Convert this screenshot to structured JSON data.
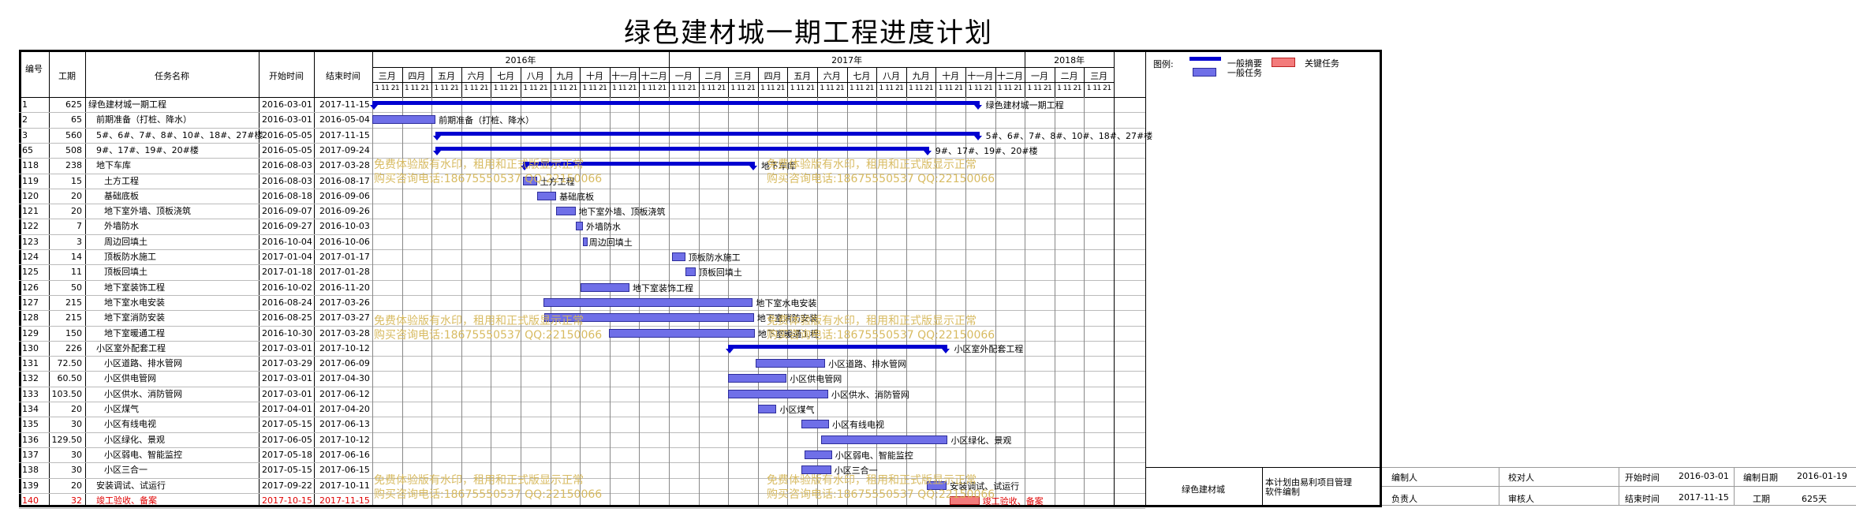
{
  "title": "绿色建材城一期工程进度计划",
  "columns": {
    "id": "编号",
    "duration": "工期",
    "name": "任务名称",
    "start": "开始时间",
    "end": "结束时间"
  },
  "years": [
    "2016年",
    "2017年",
    "2018年"
  ],
  "months": [
    "三月",
    "四月",
    "五月",
    "六月",
    "七月",
    "八月",
    "九月",
    "十月",
    "十一月",
    "十二月",
    "一月",
    "二月",
    "三月",
    "四月",
    "五月",
    "六月",
    "七月",
    "八月",
    "九月",
    "十月",
    "十一月",
    "十二月",
    "一月",
    "二月",
    "三月"
  ],
  "subticks": "1 11 21",
  "tasks": [
    {
      "id": "1",
      "dur": "625",
      "name": "绿色建材城一期工程",
      "start": "2016-03-01",
      "end": "2017-11-15",
      "type": "summary",
      "s": 0,
      "e": 20.47,
      "label": "绿色建材城一期工程",
      "indent": 0
    },
    {
      "id": "2",
      "dur": "65",
      "name": "前期准备（打桩、降水）",
      "start": "2016-03-01",
      "end": "2016-05-04",
      "type": "task",
      "s": 0,
      "e": 2.13,
      "label": "前期准备（打桩、降水）",
      "indent": 1
    },
    {
      "id": "3",
      "dur": "560",
      "name": "5#、6#、7#、8#、10#、18#、27#楼",
      "start": "2016-05-05",
      "end": "2017-11-15",
      "type": "summary",
      "s": 2.13,
      "e": 20.47,
      "label": "5#、6#、7#、8#、10#、18#、27#楼",
      "indent": 1
    },
    {
      "id": "65",
      "dur": "508",
      "name": "9#、17#、19#、20#楼",
      "start": "2016-05-05",
      "end": "2017-09-24",
      "type": "summary",
      "s": 2.13,
      "e": 18.77,
      "label": "9#、17#、19#、20#楼",
      "indent": 1
    },
    {
      "id": "118",
      "dur": "238",
      "name": "地下车库",
      "start": "2016-08-03",
      "end": "2017-03-28",
      "type": "summary",
      "s": 5.07,
      "e": 12.9,
      "label": "地下车库",
      "indent": 1
    },
    {
      "id": "119",
      "dur": "15",
      "name": "土方工程",
      "start": "2016-08-03",
      "end": "2016-08-17",
      "type": "task",
      "s": 5.07,
      "e": 5.55,
      "label": "土方工程",
      "indent": 2
    },
    {
      "id": "120",
      "dur": "20",
      "name": "基础底板",
      "start": "2016-08-18",
      "end": "2016-09-06",
      "type": "task",
      "s": 5.55,
      "e": 6.2,
      "label": "基础底板",
      "indent": 2
    },
    {
      "id": "121",
      "dur": "20",
      "name": "地下室外墙、顶板浇筑",
      "start": "2016-09-07",
      "end": "2016-09-26",
      "type": "task",
      "s": 6.2,
      "e": 6.85,
      "label": "地下室外墙、顶板浇筑",
      "indent": 2
    },
    {
      "id": "122",
      "dur": "7",
      "name": "外墙防水",
      "start": "2016-09-27",
      "end": "2016-10-03",
      "type": "task",
      "s": 6.85,
      "e": 7.1,
      "label": "外墙防水",
      "indent": 2
    },
    {
      "id": "123",
      "dur": "3",
      "name": "周边回填土",
      "start": "2016-10-04",
      "end": "2016-10-06",
      "type": "task",
      "s": 7.1,
      "e": 7.2,
      "label": "周边回填土",
      "indent": 2
    },
    {
      "id": "124",
      "dur": "14",
      "name": "顶板防水施工",
      "start": "2017-01-04",
      "end": "2017-01-17",
      "type": "task",
      "s": 10.1,
      "e": 10.55,
      "label": "顶板防水施工",
      "indent": 2
    },
    {
      "id": "125",
      "dur": "11",
      "name": "顶板回填土",
      "start": "2017-01-18",
      "end": "2017-01-28",
      "type": "task",
      "s": 10.55,
      "e": 10.9,
      "label": "顶板回填土",
      "indent": 2
    },
    {
      "id": "126",
      "dur": "50",
      "name": "地下室装饰工程",
      "start": "2016-10-02",
      "end": "2016-11-20",
      "type": "task",
      "s": 7.03,
      "e": 8.67,
      "label": "地下室装饰工程",
      "indent": 2
    },
    {
      "id": "127",
      "dur": "215",
      "name": "地下室水电安装",
      "start": "2016-08-24",
      "end": "2017-03-26",
      "type": "task",
      "s": 5.77,
      "e": 12.83,
      "label": "地下室水电安装",
      "indent": 2
    },
    {
      "id": "128",
      "dur": "215",
      "name": "地下室消防安装",
      "start": "2016-08-25",
      "end": "2017-03-27",
      "type": "task",
      "s": 5.8,
      "e": 12.87,
      "label": "地下室消防安装",
      "indent": 2
    },
    {
      "id": "129",
      "dur": "150",
      "name": "地下室暖通工程",
      "start": "2016-10-30",
      "end": "2017-03-28",
      "type": "task",
      "s": 7.97,
      "e": 12.9,
      "label": "地下室暖通工程",
      "indent": 2
    },
    {
      "id": "130",
      "dur": "226",
      "name": "小区室外配套工程",
      "start": "2017-03-01",
      "end": "2017-10-12",
      "type": "summary",
      "s": 12.0,
      "e": 19.4,
      "label": "小区室外配套工程",
      "indent": 1
    },
    {
      "id": "131",
      "dur": "72.50",
      "name": "小区道路、排水管网",
      "start": "2017-03-29",
      "end": "2017-06-09",
      "type": "task",
      "s": 12.93,
      "e": 15.27,
      "label": "小区道路、排水管网",
      "indent": 2
    },
    {
      "id": "132",
      "dur": "60.50",
      "name": "小区供电管网",
      "start": "2017-03-01",
      "end": "2017-04-30",
      "type": "task",
      "s": 12.0,
      "e": 13.97,
      "label": "小区供电管网",
      "indent": 2
    },
    {
      "id": "133",
      "dur": "103.50",
      "name": "小区供水、消防管网",
      "start": "2017-03-01",
      "end": "2017-06-12",
      "type": "task",
      "s": 12.0,
      "e": 15.37,
      "label": "小区供水、消防管网",
      "indent": 2
    },
    {
      "id": "134",
      "dur": "20",
      "name": "小区煤气",
      "start": "2017-04-01",
      "end": "2017-04-20",
      "type": "task",
      "s": 13.0,
      "e": 13.63,
      "label": "小区煤气",
      "indent": 2
    },
    {
      "id": "135",
      "dur": "30",
      "name": "小区有线电视",
      "start": "2017-05-15",
      "end": "2017-06-13",
      "type": "task",
      "s": 14.47,
      "e": 15.4,
      "label": "小区有线电视",
      "indent": 2
    },
    {
      "id": "136",
      "dur": "129.50",
      "name": "小区绿化、景观",
      "start": "2017-06-05",
      "end": "2017-10-12",
      "type": "task",
      "s": 15.13,
      "e": 19.4,
      "label": "小区绿化、景观",
      "indent": 2
    },
    {
      "id": "137",
      "dur": "30",
      "name": "小区弱电、智能监控",
      "start": "2017-05-18",
      "end": "2017-06-16",
      "type": "task",
      "s": 14.57,
      "e": 15.5,
      "label": "小区弱电、智能监控",
      "indent": 2
    },
    {
      "id": "138",
      "dur": "30",
      "name": "小区三合一",
      "start": "2017-05-15",
      "end": "2017-06-15",
      "type": "task",
      "s": 14.47,
      "e": 15.47,
      "label": "小区三合一",
      "indent": 2
    },
    {
      "id": "139",
      "dur": "20",
      "name": "安装调试、试运行",
      "start": "2017-09-22",
      "end": "2017-10-11",
      "type": "task",
      "s": 18.7,
      "e": 19.37,
      "label": "安装调试、试运行",
      "indent": 1
    },
    {
      "id": "140",
      "dur": "32",
      "name": "竣工验收、备案",
      "start": "2017-10-15",
      "end": "2017-11-15",
      "type": "critical",
      "s": 19.47,
      "e": 20.47,
      "label": "竣工验收、备案",
      "indent": 1
    }
  ],
  "legend": {
    "title": "图例:",
    "summary": "一般摘要",
    "critical": "关键任务",
    "task": "一般任务"
  },
  "watermark": {
    "line1": "免费体验版有水印，租用和正式版显示正常",
    "line2": "购买咨询电话:18675550537 QQ:22150066"
  },
  "footer": {
    "project": "绿色建材城",
    "note": "本计划由易利项目管理软件编制",
    "editor_label": "编制人",
    "reviewer_label": "校对人",
    "start_label": "开始时间",
    "start_value": "2016-03-01",
    "date_label": "编制日期",
    "date_value": "2016-01-19",
    "owner_label": "负责人",
    "auditor_label": "审核人",
    "end_label": "结束时间",
    "end_value": "2017-11-15",
    "period_label": "工期",
    "period_value": "625天"
  },
  "colors": {
    "summary": "#0000d0",
    "task": "#6f6fe8",
    "critical": "#f37b7b",
    "critical_text": "#e00000",
    "watermark": "#d6b85a"
  }
}
